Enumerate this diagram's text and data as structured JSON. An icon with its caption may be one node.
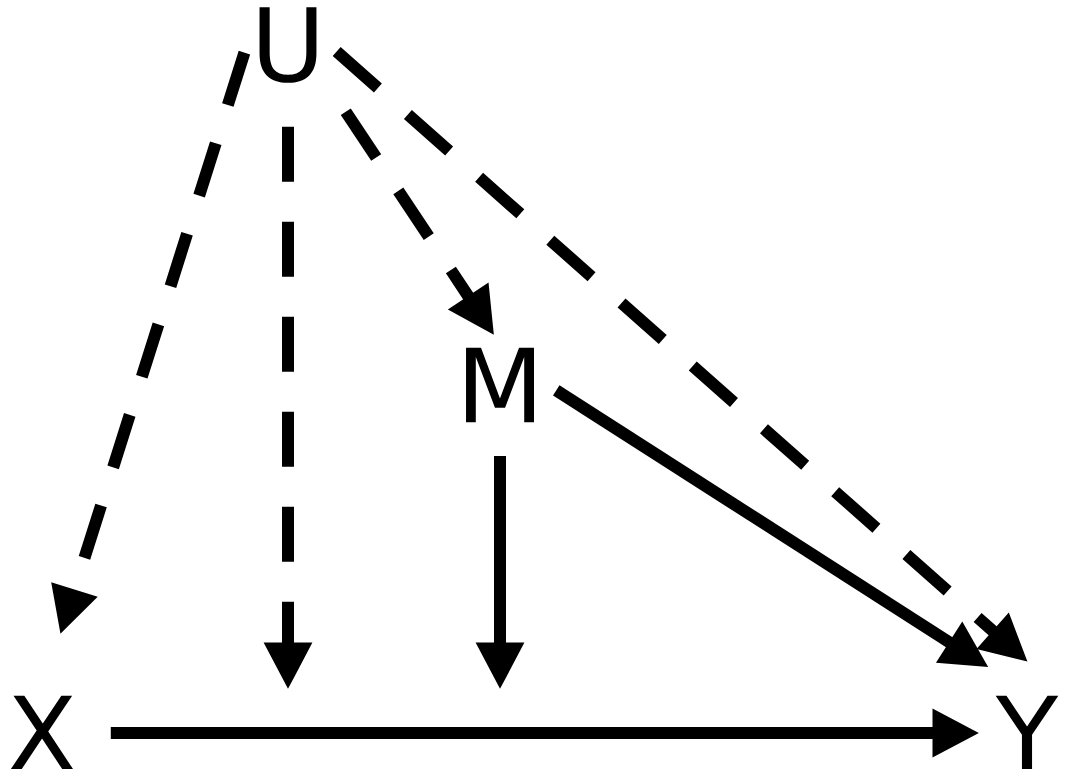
{
  "diagram": {
    "nodes": [
      {
        "text": [
          "U"
        ]
      },
      {
        "text": [
          "M"
        ]
      },
      {
        "text": [
          "X"
        ]
      },
      {
        "text": [
          "Y"
        ]
      }
    ],
    "edges": [
      {
        "from": 0,
        "to": 2,
        "arrow": "to",
        "style": "dashed"
      },
      {
        "from": 0,
        "to": null,
        "arrow": "to",
        "style": "dashed"
      },
      {
        "from": 0,
        "to": 1,
        "arrow": "to",
        "style": "dashed"
      },
      {
        "from": 0,
        "to": 3,
        "arrow": "to",
        "style": "dashed"
      },
      {
        "from": 1,
        "to": null,
        "arrow": "to"
      },
      {
        "from": 1,
        "to": 3,
        "arrow": "to"
      },
      {
        "from": 2,
        "to": 3,
        "arrow": "to"
      }
    ]
  }
}
